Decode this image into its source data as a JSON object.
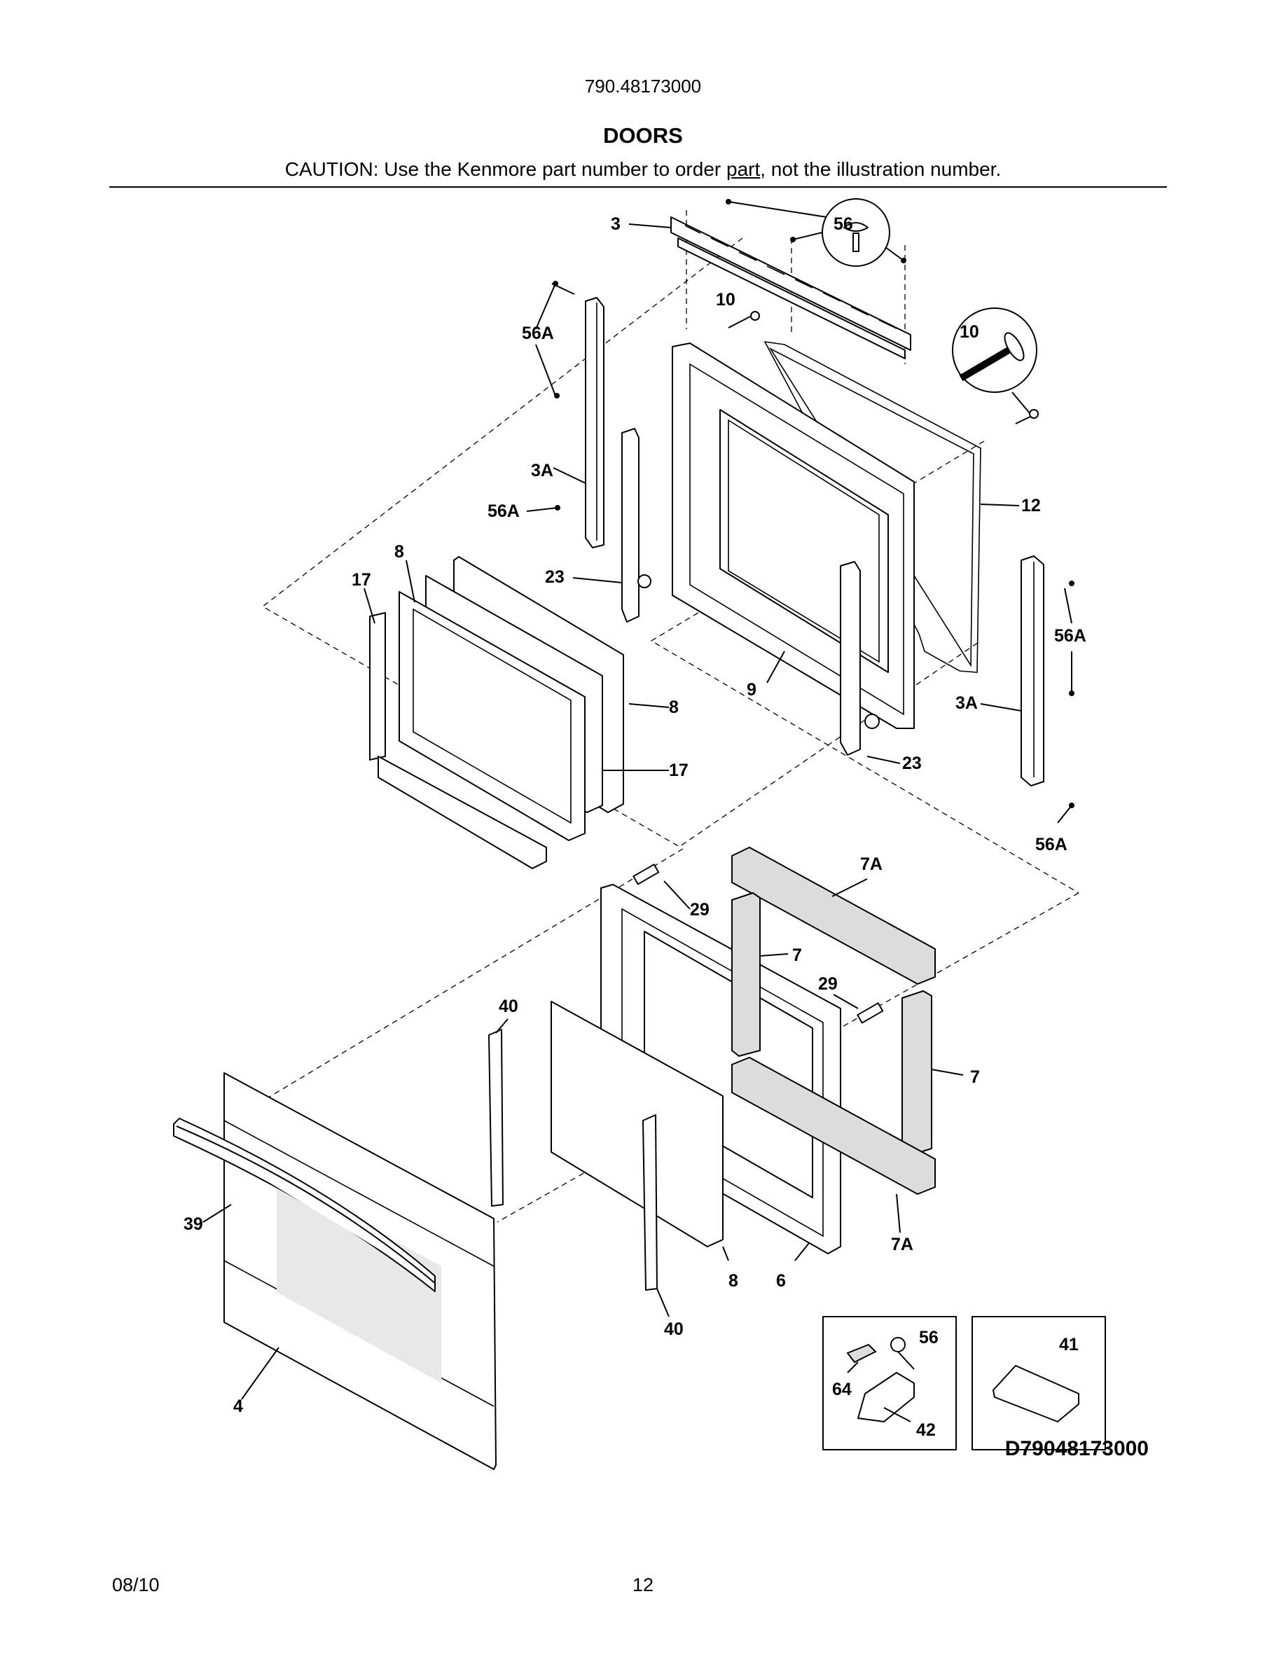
{
  "header": {
    "model_number": "790.48173000",
    "title": "DOORS",
    "caution_before": "CAUTION: Use the Kenmore part number to order ",
    "caution_underlined": "part",
    "caution_after": ", not the illustration number."
  },
  "diagram": {
    "callouts": {
      "c3": "3",
      "c56_top": "56",
      "c10_a": "10",
      "c10_b": "10",
      "c56a_1": "56A",
      "c3a_left": "3A",
      "c56a_2": "56A",
      "c8_top": "8",
      "c17_left": "17",
      "c23_left": "23",
      "c12": "12",
      "c56a_3": "56A",
      "c9": "9",
      "c3a_right": "3A",
      "c8_right": "8",
      "c23_right": "23",
      "c17_right": "17",
      "c56a_4": "56A",
      "c7a_top": "7A",
      "c29_a": "29",
      "c7_a": "7",
      "c29_b": "29",
      "c40_top": "40",
      "c7_b": "7",
      "c39": "39",
      "c7a_bot": "7A",
      "c8_bot": "8",
      "c6": "6",
      "c40_bot": "40",
      "c4": "4",
      "c56_inset": "56",
      "c41": "41",
      "c64": "64",
      "c42": "42"
    },
    "drawing_code": "D79048173000"
  },
  "footer": {
    "date": "08/10",
    "page_number": "12"
  }
}
